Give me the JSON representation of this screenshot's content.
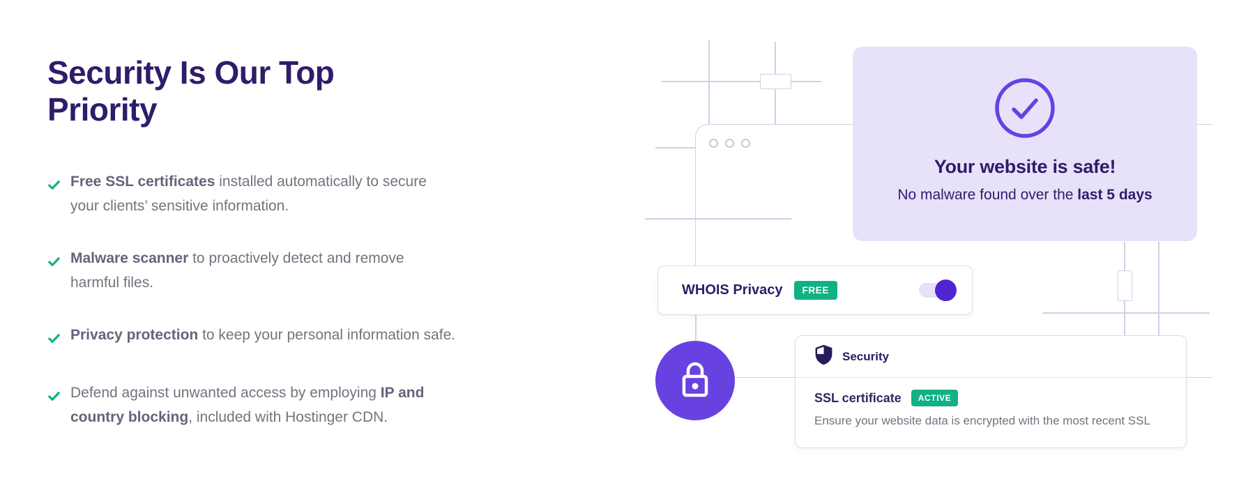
{
  "colors": {
    "brand_purple": "#6742e0",
    "dark_purple": "#2f1c6a",
    "toggle_knob_purple": "#5025d1",
    "badge_green": "#11b185",
    "check_green": "#12b185",
    "body_text_gray": "#71747f",
    "decor_line": "#d1cfe6",
    "safe_card_lavender": "#e7e2fa"
  },
  "hero": {
    "title": "Security Is Our Top Priority"
  },
  "features": [
    {
      "icon": "check-icon",
      "lines": [
        [
          {
            "t": "Free SSL certificates",
            "b": true
          },
          {
            "t": " installed automatically to secure",
            "b": false
          }
        ],
        [
          {
            "t": "your clients’ sensitive information.",
            "b": false
          }
        ]
      ]
    },
    {
      "icon": "check-icon",
      "lines": [
        [
          {
            "t": "Malware scanner",
            "b": true
          },
          {
            "t": " to proactively detect and remove",
            "b": false
          }
        ],
        [
          {
            "t": "harmful files.",
            "b": false
          }
        ]
      ]
    },
    {
      "icon": "check-icon",
      "lines": [
        [
          {
            "t": "Privacy protection",
            "b": true
          },
          {
            "t": " to keep your personal information safe.",
            "b": false
          }
        ]
      ]
    },
    {
      "icon": "check-icon",
      "lines": [
        [
          {
            "t": "Defend against unwanted access by employing ",
            "b": false
          },
          {
            "t": "IP and",
            "b": true
          }
        ],
        [
          {
            "t": "country blocking",
            "b": true
          },
          {
            "t": ", included with Hostinger CDN.",
            "b": false
          }
        ]
      ]
    }
  ],
  "illustration": {
    "safe_card": {
      "icon": "check-circle-icon",
      "title": "Your website is safe!",
      "subtitle_prefix": "No malware found over the ",
      "subtitle_bold": "last 5 days"
    },
    "whois_card": {
      "label": "WHOIS Privacy",
      "badge": "FREE",
      "toggle_on": true
    },
    "lock_badge": {
      "icon": "lock-icon"
    },
    "security_card": {
      "icon": "shield-icon",
      "header": "Security",
      "item_title": "SSL certificate",
      "item_badge": "ACTIVE",
      "item_desc": "Ensure your website data is encrypted with the most recent SSL"
    }
  }
}
